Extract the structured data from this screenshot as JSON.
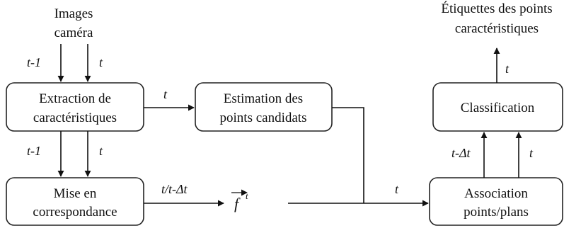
{
  "diagram": {
    "inputs": {
      "cam_line1": "Images",
      "cam_line2": "caméra",
      "out_line1": "Étiquettes des points",
      "out_line2": "caractéristiques"
    },
    "boxes": {
      "extraction": {
        "line1": "Extraction de",
        "line2": "caractéristiques"
      },
      "estimation": {
        "line1": "Estimation des",
        "line2": "points candidats"
      },
      "mise": {
        "line1": "Mise en",
        "line2": "correspondance"
      },
      "classification": {
        "line1": "Classification"
      },
      "association": {
        "line1": "Association",
        "line2": "points/plans"
      }
    },
    "labels": {
      "cam_left": "t-1",
      "cam_right": "t",
      "extract_to_est": "t",
      "extract_down_left": "t-1",
      "extract_down_right": "t",
      "mise_to_f": "t/t-Δt",
      "f_symbol": "f",
      "f_super": "t",
      "to_assoc": "t",
      "assoc_up_left": "t-Δt",
      "assoc_up_right": "t",
      "class_out": "t"
    }
  }
}
